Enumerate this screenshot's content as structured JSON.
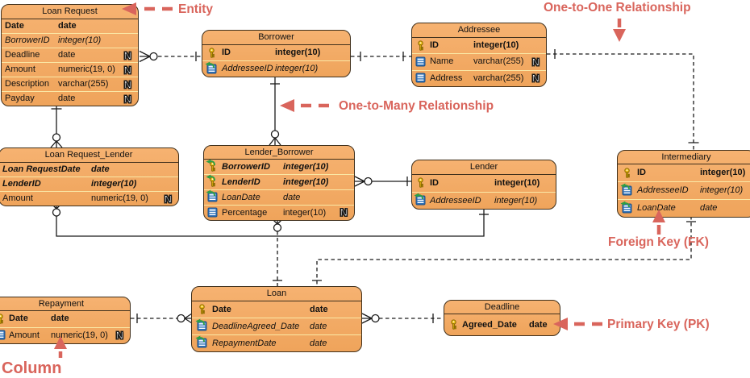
{
  "diagram": {
    "nullable_glyph": "N",
    "colors": {
      "annotation_accent": "#d9655c",
      "entity_fill": "#f1a65f",
      "entity_border": "#40301c",
      "row_separator": "#fae8a6",
      "relationship_line": "#1a1a1a",
      "pk_icon_yellow": "#f2c014",
      "fk_arrow_green": "#2f9e44",
      "column_icon_blue": "#2f72b8"
    }
  },
  "annotations": {
    "entity": "Entity",
    "one_to_one": "One-to-One Relationship",
    "one_to_many": "One-to-Many Relationship",
    "foreign_key": "Foreign Key (FK)",
    "primary_key": "Primary Key (PK)",
    "column": "Column"
  },
  "tables": [
    {
      "title": "Loan Request",
      "rows": [
        {
          "name": "Date",
          "type": "date",
          "style": "pk",
          "icon": "none",
          "nullable": false
        },
        {
          "name": "BorrowerID",
          "type": "integer(10)",
          "style": "fk",
          "icon": "none",
          "nullable": false
        },
        {
          "name": "Deadline",
          "type": "date",
          "style": "plain",
          "icon": "none",
          "nullable": true
        },
        {
          "name": "Amount",
          "type": "numeric(19, 0)",
          "style": "plain",
          "icon": "none",
          "nullable": true
        },
        {
          "name": "Description",
          "type": "varchar(255)",
          "style": "plain",
          "icon": "none",
          "nullable": true
        },
        {
          "name": "Payday",
          "type": "date",
          "style": "plain",
          "icon": "none",
          "nullable": true
        }
      ]
    },
    {
      "title": "Borrower",
      "rows": [
        {
          "name": "ID",
          "type": "integer(10)",
          "style": "pk",
          "icon": "pk",
          "nullable": false
        },
        {
          "name": "AddresseeID",
          "type": "integer(10)",
          "style": "fk",
          "icon": "fk",
          "nullable": false
        }
      ]
    },
    {
      "title": "Addressee",
      "rows": [
        {
          "name": "ID",
          "type": "integer(10)",
          "style": "pk",
          "icon": "pk",
          "nullable": false
        },
        {
          "name": "Name",
          "type": "varchar(255)",
          "style": "plain",
          "icon": "col",
          "nullable": true
        },
        {
          "name": "Address",
          "type": "varchar(255)",
          "style": "plain",
          "icon": "col",
          "nullable": true
        }
      ]
    },
    {
      "title": "Loan Request_Lender",
      "rows": [
        {
          "name": "Loan RequestDate",
          "type": "date",
          "style": "pkfk",
          "icon": "none",
          "nullable": false
        },
        {
          "name": "LenderID",
          "type": "integer(10)",
          "style": "pkfk",
          "icon": "none",
          "nullable": false
        },
        {
          "name": "Amount",
          "type": "numeric(19, 0)",
          "style": "plain",
          "icon": "none",
          "nullable": true
        }
      ]
    },
    {
      "title": "Lender_Borrower",
      "rows": [
        {
          "name": "BorrowerID",
          "type": "integer(10)",
          "style": "pkfk",
          "icon": "pkfk",
          "nullable": false
        },
        {
          "name": "LenderID",
          "type": "integer(10)",
          "style": "pkfk",
          "icon": "pkfk",
          "nullable": false
        },
        {
          "name": "LoanDate",
          "type": "date",
          "style": "fk",
          "icon": "fk",
          "nullable": false
        },
        {
          "name": "Percentage",
          "type": "integer(10)",
          "style": "plain",
          "icon": "col",
          "nullable": true
        }
      ]
    },
    {
      "title": "Lender",
      "rows": [
        {
          "name": "ID",
          "type": "integer(10)",
          "style": "pk",
          "icon": "pk",
          "nullable": false
        },
        {
          "name": "AddresseeID",
          "type": "integer(10)",
          "style": "fk",
          "icon": "fk",
          "nullable": false
        }
      ]
    },
    {
      "title": "Intermediary",
      "rows": [
        {
          "name": "ID",
          "type": "integer(10)",
          "style": "pk",
          "icon": "pk",
          "nullable": false
        },
        {
          "name": "AddresseeID",
          "type": "integer(10)",
          "style": "fk",
          "icon": "fk",
          "nullable": false
        },
        {
          "name": "LoanDate",
          "type": "date",
          "style": "fk",
          "icon": "fk",
          "nullable": false
        }
      ]
    },
    {
      "title": "Repayment",
      "rows": [
        {
          "name": "Date",
          "type": "date",
          "style": "pk",
          "icon": "pk",
          "nullable": false
        },
        {
          "name": "Amount",
          "type": "numeric(19, 0)",
          "style": "plain",
          "icon": "col",
          "nullable": true
        }
      ]
    },
    {
      "title": "Loan",
      "rows": [
        {
          "name": "Date",
          "type": "date",
          "style": "pk",
          "icon": "pk",
          "nullable": false
        },
        {
          "name": "DeadlineAgreed_Date",
          "type": "date",
          "style": "fk",
          "icon": "fk",
          "nullable": false
        },
        {
          "name": "RepaymentDate",
          "type": "date",
          "style": "fk",
          "icon": "fk",
          "nullable": false
        }
      ]
    },
    {
      "title": "Deadline",
      "rows": [
        {
          "name": "Agreed_Date",
          "type": "date",
          "style": "pk",
          "icon": "pk",
          "nullable": false
        }
      ]
    }
  ]
}
